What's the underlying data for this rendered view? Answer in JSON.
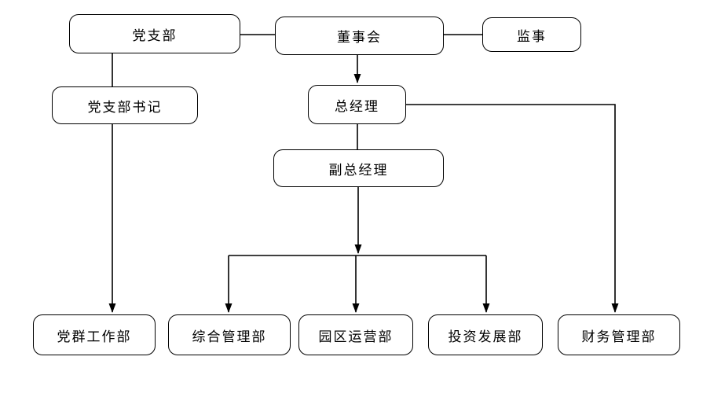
{
  "diagram": {
    "title": "",
    "nodes": {
      "party_branch": {
        "label": "党支部"
      },
      "board": {
        "label": "董事会"
      },
      "supervisor": {
        "label": "监事"
      },
      "party_secretary": {
        "label": "党支部书记"
      },
      "general_manager": {
        "label": "总经理"
      },
      "deputy_gm": {
        "label": "副总经理"
      },
      "party_mass_dept": {
        "label": "党群工作部"
      },
      "general_admin_dept": {
        "label": "综合管理部"
      },
      "park_ops_dept": {
        "label": "园区运营部"
      },
      "investment_dept": {
        "label": "投资发展部"
      },
      "finance_dept": {
        "label": "财务管理部"
      }
    },
    "edges": [
      {
        "from": "party_branch",
        "to": "board",
        "arrow": false
      },
      {
        "from": "board",
        "to": "supervisor",
        "arrow": false
      },
      {
        "from": "party_branch",
        "to": "party_secretary",
        "arrow": false
      },
      {
        "from": "party_secretary",
        "to": "party_mass_dept",
        "arrow": true
      },
      {
        "from": "board",
        "to": "general_manager",
        "arrow": true
      },
      {
        "from": "general_manager",
        "to": "deputy_gm",
        "arrow": false
      },
      {
        "from": "general_manager",
        "to": "finance_dept",
        "arrow": true
      },
      {
        "from": "deputy_gm",
        "to": "general_admin_dept",
        "arrow": true
      },
      {
        "from": "deputy_gm",
        "to": "park_ops_dept",
        "arrow": true
      },
      {
        "from": "deputy_gm",
        "to": "investment_dept",
        "arrow": true
      }
    ],
    "colors": {
      "background": "#ffffff",
      "box_fill": "#ffffff",
      "box_border": "#000000",
      "line": "#000000",
      "text": "#000000"
    }
  }
}
